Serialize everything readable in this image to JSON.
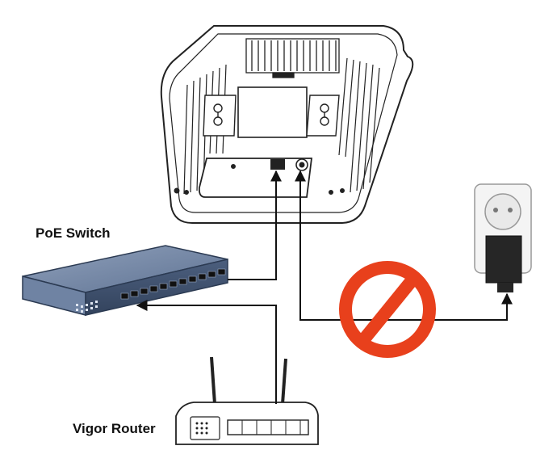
{
  "labels": {
    "poe_switch": "PoE Switch",
    "vigor_router": "Vigor Router"
  },
  "colors": {
    "prohibition": "#e8401c",
    "switch_body": "#5b6f8f",
    "device_outline": "#222222",
    "wire": "#111111"
  },
  "icons": [
    "access-point-device",
    "poe-switch-device",
    "router-device",
    "power-outlet-adapter",
    "prohibition-sign-icon"
  ]
}
